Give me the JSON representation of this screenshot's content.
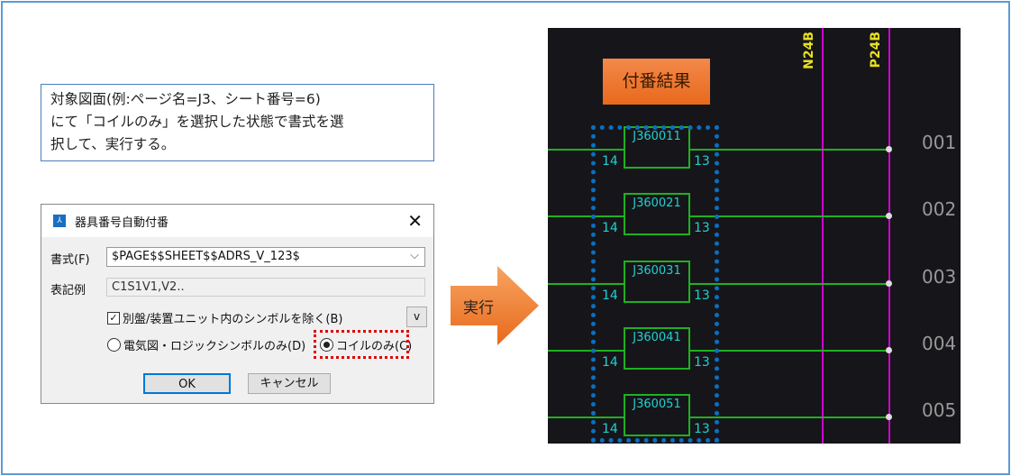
{
  "note": {
    "line1": "対象図面(例:ページ名=J3、シート番号=6)",
    "line2": "にて「コイルのみ」を選択した状態で書式を選",
    "line3": "択して、実行する。"
  },
  "dialog": {
    "title": "器具番号自動付番",
    "format_label": "書式(F)",
    "format_value": "$PAGE$$SHEET$$ADRS_V_123$",
    "example_label": "表記例",
    "example_value": "C1S1V1,V2..",
    "exclude_label": "別盤/装置ユニット内のシンボルを除く(B)",
    "exclude_checked": true,
    "v_button": "v",
    "radio_electric": "電気図・ロジックシンボルのみ(D)",
    "radio_coil": "コイルのみ(C)",
    "selected": "coil",
    "ok": "OK",
    "cancel": "キャンセル"
  },
  "arrow_label": "実行",
  "cad": {
    "result_label": "付番結果",
    "bus": [
      "N24B",
      "P24B"
    ],
    "rows": [
      {
        "id": "J360011",
        "left": "14",
        "right": "13",
        "num": "001"
      },
      {
        "id": "J360021",
        "left": "14",
        "right": "13",
        "num": "002"
      },
      {
        "id": "J360031",
        "left": "14",
        "right": "13",
        "num": "003"
      },
      {
        "id": "J360041",
        "left": "14",
        "right": "13",
        "num": "004"
      },
      {
        "id": "J360051",
        "left": "14",
        "right": "13",
        "num": "005"
      }
    ]
  }
}
